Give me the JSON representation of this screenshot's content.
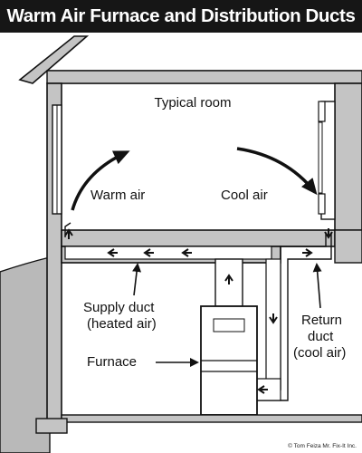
{
  "title": "Warm Air Furnace and Distribution Ducts",
  "labels": {
    "room": "Typical room",
    "warm_air": "Warm air",
    "cool_air": "Cool air",
    "supply_line1": "Supply duct",
    "supply_line2": "(heated air)",
    "furnace": "Furnace",
    "return_line1": "Return",
    "return_line2": "duct",
    "return_line3": "(cool air)"
  },
  "credit": "© Tom Feiza Mr. Fix-It Inc.",
  "colors": {
    "background": "#ffffff",
    "title_bar": "#161616",
    "wall_gray": "#c4c4c4",
    "ground_gray": "#b9b9b9",
    "line": "#111111"
  }
}
